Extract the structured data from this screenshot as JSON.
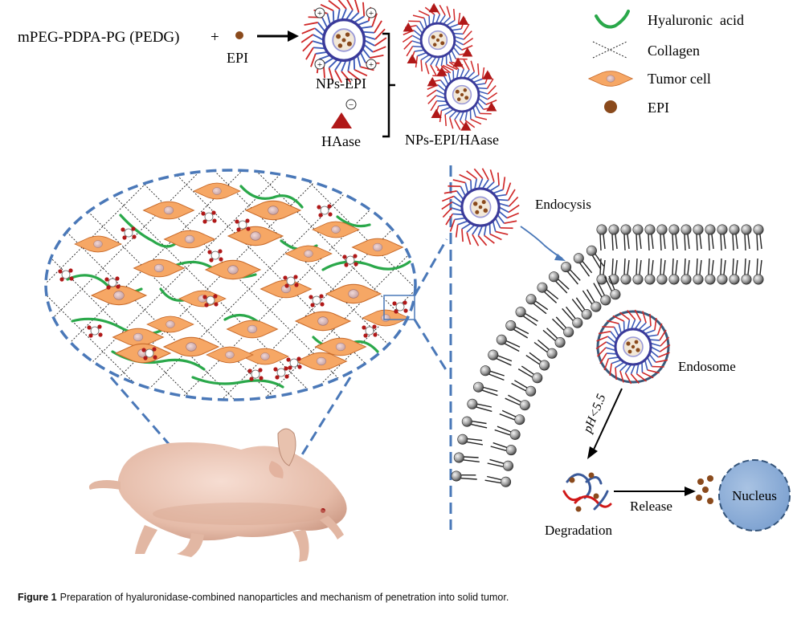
{
  "top": {
    "formula": "mPEG-PDPA-PG (PEDG)",
    "plus": "+",
    "epi": "EPI",
    "nps_epi": "NPs-EPI",
    "haase": "HAase",
    "nps_epi_haase": "NPs-EPI/HAase",
    "plus_charge": "+",
    "minus_charge": "−"
  },
  "legend": [
    {
      "icon": "hyaluronic-acid-icon",
      "label": "Hyaluronic  acid",
      "color": "#2aa84a"
    },
    {
      "icon": "collagen-icon",
      "label": "Collagen",
      "color": "#222222"
    },
    {
      "icon": "tumor-cell-icon",
      "label": "Tumor cell",
      "color": "#f29a55"
    },
    {
      "icon": "epi-icon",
      "label": "EPI",
      "color": "#8a4a1c"
    }
  ],
  "mechanism": {
    "endocysis": "Endocysis",
    "endosome": "Endosome",
    "ph": "pH<5.5",
    "degradation": "Degradation",
    "release": "Release",
    "nucleus": "Nucleus"
  },
  "caption": {
    "label": "Figure 1",
    "text": "Preparation of hyaluronidase-combined nanoparticles and mechanism of penetration into solid tumor."
  },
  "colors": {
    "dashed_blue": "#4a78b8",
    "nucleus": "#8fb0d8",
    "haase": "#b01818",
    "epi": "#8a4a1c",
    "tumor_cell": "#f29a55",
    "ha": "#2aa84a"
  }
}
